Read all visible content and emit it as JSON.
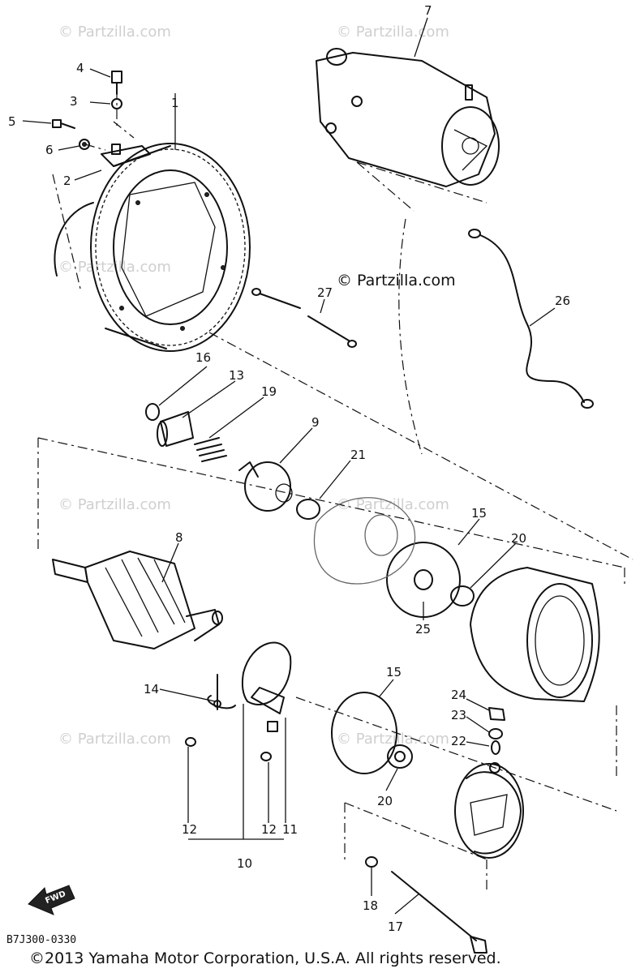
{
  "diagram": {
    "code": "B7J300-0330",
    "forward_label": "FWD",
    "copyright": "©2013 Yamaha Motor Corporation, U.S.A. All rights reserved.",
    "watermark": "© Partzilla.com",
    "watermark_center": "© Partzilla.com",
    "callouts": {
      "p1": "1",
      "p2": "2",
      "p3": "3",
      "p4": "4",
      "p5": "5",
      "p6": "6",
      "p7": "7",
      "p8": "8",
      "p9": "9",
      "p10": "10",
      "p11": "11",
      "p12a": "12",
      "p12b": "12",
      "p13": "13",
      "p14": "14",
      "p15a": "15",
      "p15b": "15",
      "p16": "16",
      "p17": "17",
      "p18": "18",
      "p19": "19",
      "p20a": "20",
      "p20b": "20",
      "p21": "21",
      "p22": "22",
      "p23": "23",
      "p24": "24",
      "p25": "25",
      "p26": "26",
      "p27": "27"
    }
  }
}
